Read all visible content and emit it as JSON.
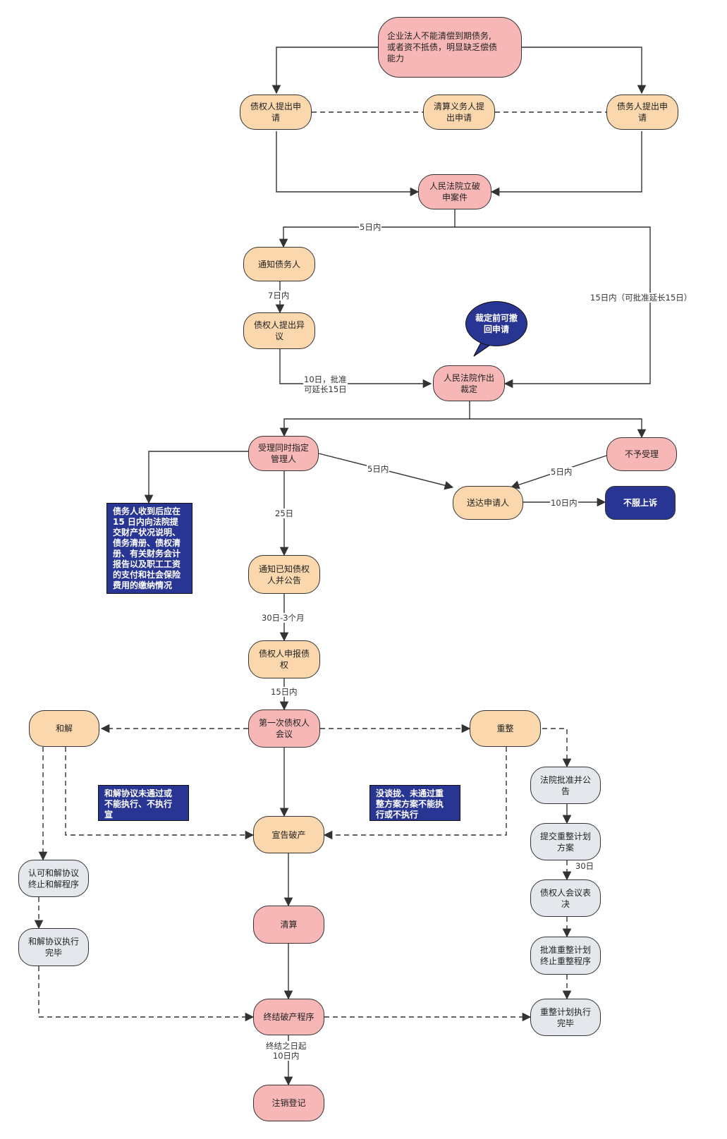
{
  "nodes": {
    "start": "企业法人不能清偿到期债务,\n或者资不抵债，明显缺乏偿债\n能力",
    "creditor_apply": "债权人提出申\n请",
    "liquidator_apply": "清算义务人提\n出申请",
    "debtor_apply": "债务人提出申\n请",
    "court_file": "人民法院立破\n申案件",
    "notify_debtor": "通知债务人",
    "creditor_objection": "债权人提出异\n议",
    "withdraw_bubble": "裁定前可撤\n回申请",
    "court_ruling": "人民法院作出\n裁定",
    "accept_appoint": "受理同时指定\n管理人",
    "reject": "不予受理",
    "deliver_applicant": "送达申请人",
    "appeal": "不服上诉",
    "debtor_duty": "债务人收到后应在\n15 日内向法院提\n交财产状况说明、\n债务清册、债权清\n册、有关财务会计\n报告以及职工工资\n的支付和社会保险\n费用的缴纳情况",
    "notify_creditors": "通知已知债权\n人并公告",
    "creditor_declare": "债权人申报债\n权",
    "first_meeting": "第一次债权人\n会议",
    "settlement": "和解",
    "reorganization": "重整",
    "settlement_fail": "和解协议未通过或\n不能执行、不执行\n宣",
    "reorg_fail": "没谈拢、未通过重\n整方案方案不能执\n行或不执行",
    "declare_bankrupt": "宣告破产",
    "approve_settlement": "认可和解协议\n终止和解程序",
    "settlement_done": "和解协议执行\n完毕",
    "liquidation": "清算",
    "court_approve_announce": "法院批准并公\n告",
    "submit_plan": "提交重整计划\n方案",
    "creditor_vote": "债权人会议表\n决",
    "approve_plan": "批准重整计划\n终止重整程序",
    "reorg_done": "重整计划执行\n完毕",
    "end_bankruptcy": "终结破产程序",
    "deregister": "注销登记"
  },
  "labels": {
    "d5": "5日内",
    "d7": "7日内",
    "d15ext": "15日内（可批准延长15日）",
    "d10ext": "10日，批准\n可延长15日",
    "d5_accept": "5日内",
    "d5_reject": "5日内",
    "d10": "10日内",
    "d25": "25日",
    "d30_3m": "30日-3个月",
    "d15": "15日内",
    "d30": "30日",
    "end10": "终结之日起\n10日内"
  },
  "colors": {
    "peach": "#fad7ad",
    "pink": "#f7b7b7",
    "gray": "#e4e8ec",
    "navy": "#283593",
    "line": "#333333"
  }
}
